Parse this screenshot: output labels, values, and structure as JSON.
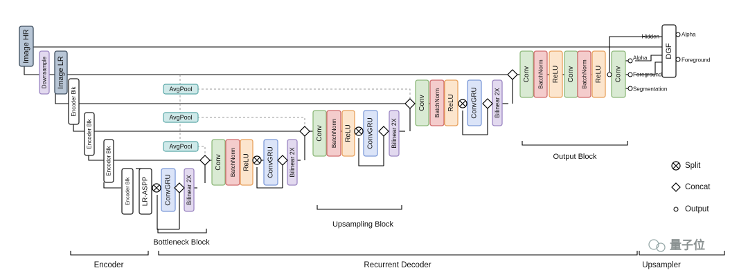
{
  "inputs": {
    "image_hr": "Image HR",
    "downsample": "Downsample",
    "image_lr": "Image LR"
  },
  "encoder": {
    "blocks": [
      "Encoder Blk",
      "Encoder Blk",
      "Encoder Blk",
      "Encoder Blk"
    ],
    "lr_aspp": "LR-ASPP"
  },
  "avgpool": [
    "AvgPool",
    "AvgPool",
    "AvgPool"
  ],
  "bottleneck": {
    "convgru": "ConvGRU",
    "bilinear": "Bilinear 2X"
  },
  "upsampling_block": [
    "Conv",
    "BatchNorm",
    "ReLU",
    "ConvGRU",
    "Bilinear 2X"
  ],
  "output_block": [
    "Conv",
    "BatchNorm",
    "ReLU",
    "Conv",
    "BatchNorm",
    "ReLU",
    "Conv"
  ],
  "dgf": "DGF",
  "outputs": {
    "hidden": "Hidden",
    "alpha": "Alpha",
    "foreground": "Foreground",
    "segmentation": "Segmentation",
    "dgf_alpha": "Alpha",
    "dgf_foreground": "Foreground"
  },
  "bracket_labels": {
    "bottleneck": "Bottleneck Block",
    "upsampling": "Upsampling Block",
    "output": "Output Block",
    "encoder": "Encoder",
    "decoder": "Recurrent Decoder",
    "upsampler": "Upsampler"
  },
  "legend": {
    "split": "Split",
    "concat": "Concat",
    "output": "Output"
  },
  "watermark": "量子位",
  "colors": {
    "green_fill": "#d9ead3",
    "green_stroke": "#8db87a",
    "red_fill": "#f4cccc",
    "red_stroke": "#d06b6b",
    "orange_fill": "#fce5cd",
    "orange_stroke": "#e8a15c",
    "blue_fill": "#dbe4f8",
    "blue_stroke": "#7d9ad8",
    "purple_fill": "#e2d9ef",
    "purple_stroke": "#9b86c2",
    "teal_fill": "#cfe9e9",
    "teal_stroke": "#5aa8a8",
    "grey_fill": "#b8c6d6",
    "grey_stroke": "#3d4d5e"
  }
}
